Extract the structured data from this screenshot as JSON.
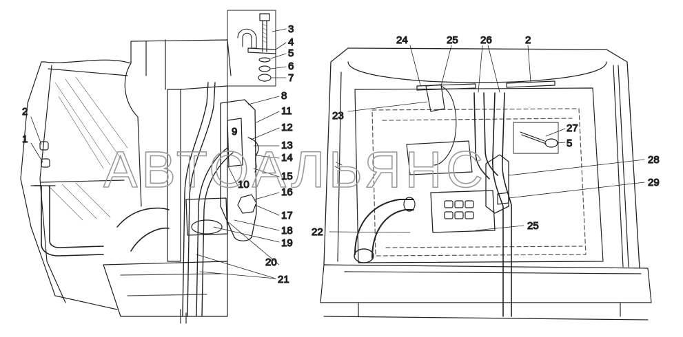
{
  "watermark": "АВТОАЛЬЯНС",
  "callouts_left": [
    {
      "id": "c3",
      "text": "3"
    },
    {
      "id": "c4",
      "text": "4"
    },
    {
      "id": "c5",
      "text": "5"
    },
    {
      "id": "c6",
      "text": "6"
    },
    {
      "id": "c7",
      "text": "7"
    },
    {
      "id": "c8",
      "text": "8"
    },
    {
      "id": "c11",
      "text": "11"
    },
    {
      "id": "c9",
      "text": "9"
    },
    {
      "id": "c12",
      "text": "12"
    },
    {
      "id": "c13",
      "text": "13"
    },
    {
      "id": "c14",
      "text": "14"
    },
    {
      "id": "c15",
      "text": "15"
    },
    {
      "id": "c10",
      "text": "10"
    },
    {
      "id": "c16",
      "text": "16"
    },
    {
      "id": "c17",
      "text": "17"
    },
    {
      "id": "c18",
      "text": "18"
    },
    {
      "id": "c19",
      "text": "19"
    },
    {
      "id": "c20",
      "text": "20"
    },
    {
      "id": "c21",
      "text": "21"
    },
    {
      "id": "c2",
      "text": "2"
    },
    {
      "id": "c1",
      "text": "1"
    }
  ],
  "callouts_right": [
    {
      "id": "r24",
      "text": "24"
    },
    {
      "id": "r25a",
      "text": "25"
    },
    {
      "id": "r26",
      "text": "26"
    },
    {
      "id": "r2",
      "text": "2"
    },
    {
      "id": "r23",
      "text": "23"
    },
    {
      "id": "r27",
      "text": "27"
    },
    {
      "id": "r5",
      "text": "5"
    },
    {
      "id": "r28",
      "text": "28"
    },
    {
      "id": "r29",
      "text": "29"
    },
    {
      "id": "r22",
      "text": "22"
    },
    {
      "id": "r25b",
      "text": "25"
    }
  ]
}
